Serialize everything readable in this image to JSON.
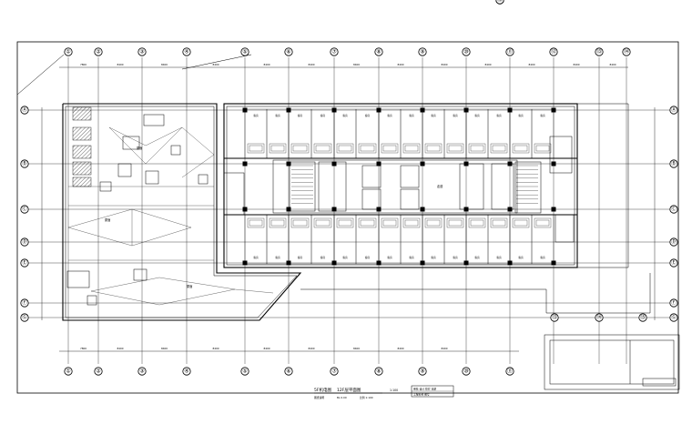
{
  "drawing": {
    "title_left": "5F机电图",
    "title_mid": "12F层平面图",
    "scale": "1:100",
    "scale_note": "比例 1:100",
    "subnote_left": "图纸说明",
    "subnote_mid": "BL  0.00",
    "stamp_line1": "审核  设计  校对  日期",
    "stamp_line2": "工程名称  图号"
  },
  "axes_top": [
    "①",
    "②",
    "③",
    "④",
    "⑤",
    "⑥",
    "⑦",
    "⑧",
    "⑨",
    "⑩",
    "⑪",
    "⑫",
    "⑬",
    "⑭",
    "⑮"
  ],
  "axes_bottom": [
    "①",
    "②",
    "③",
    "④",
    "⑤",
    "⑥",
    "⑦",
    "⑧",
    "⑨",
    "⑩",
    "⑪"
  ],
  "axes_left": [
    "Ⓐ",
    "Ⓑ",
    "Ⓒ",
    "Ⓓ",
    "Ⓔ",
    "Ⓕ",
    "Ⓖ"
  ],
  "axes_right": [
    "Ⓐ",
    "Ⓑ",
    "Ⓒ",
    "Ⓓ",
    "Ⓔ",
    "Ⓕ",
    "Ⓖ"
  ],
  "axes_sub": [
    "⑬",
    "⑭",
    "⑮",
    "⑯"
  ],
  "dims_top": [
    "7800",
    "8400",
    "8400",
    "8400",
    "8400",
    "8400",
    "8400",
    "8400",
    "8400",
    "8400",
    "8400",
    "8400",
    "8400"
  ],
  "dims_bottom": [
    "7800",
    "8400",
    "8400",
    "8400",
    "8400",
    "8400",
    "8400",
    "8400",
    "8400"
  ],
  "room_labels": [
    "客房",
    "客房",
    "客房",
    "客房",
    "客房",
    "客房",
    "客房",
    "客房"
  ],
  "corridor_label": "走道",
  "roof_labels": [
    "屋面",
    "屋面",
    "屋面"
  ]
}
